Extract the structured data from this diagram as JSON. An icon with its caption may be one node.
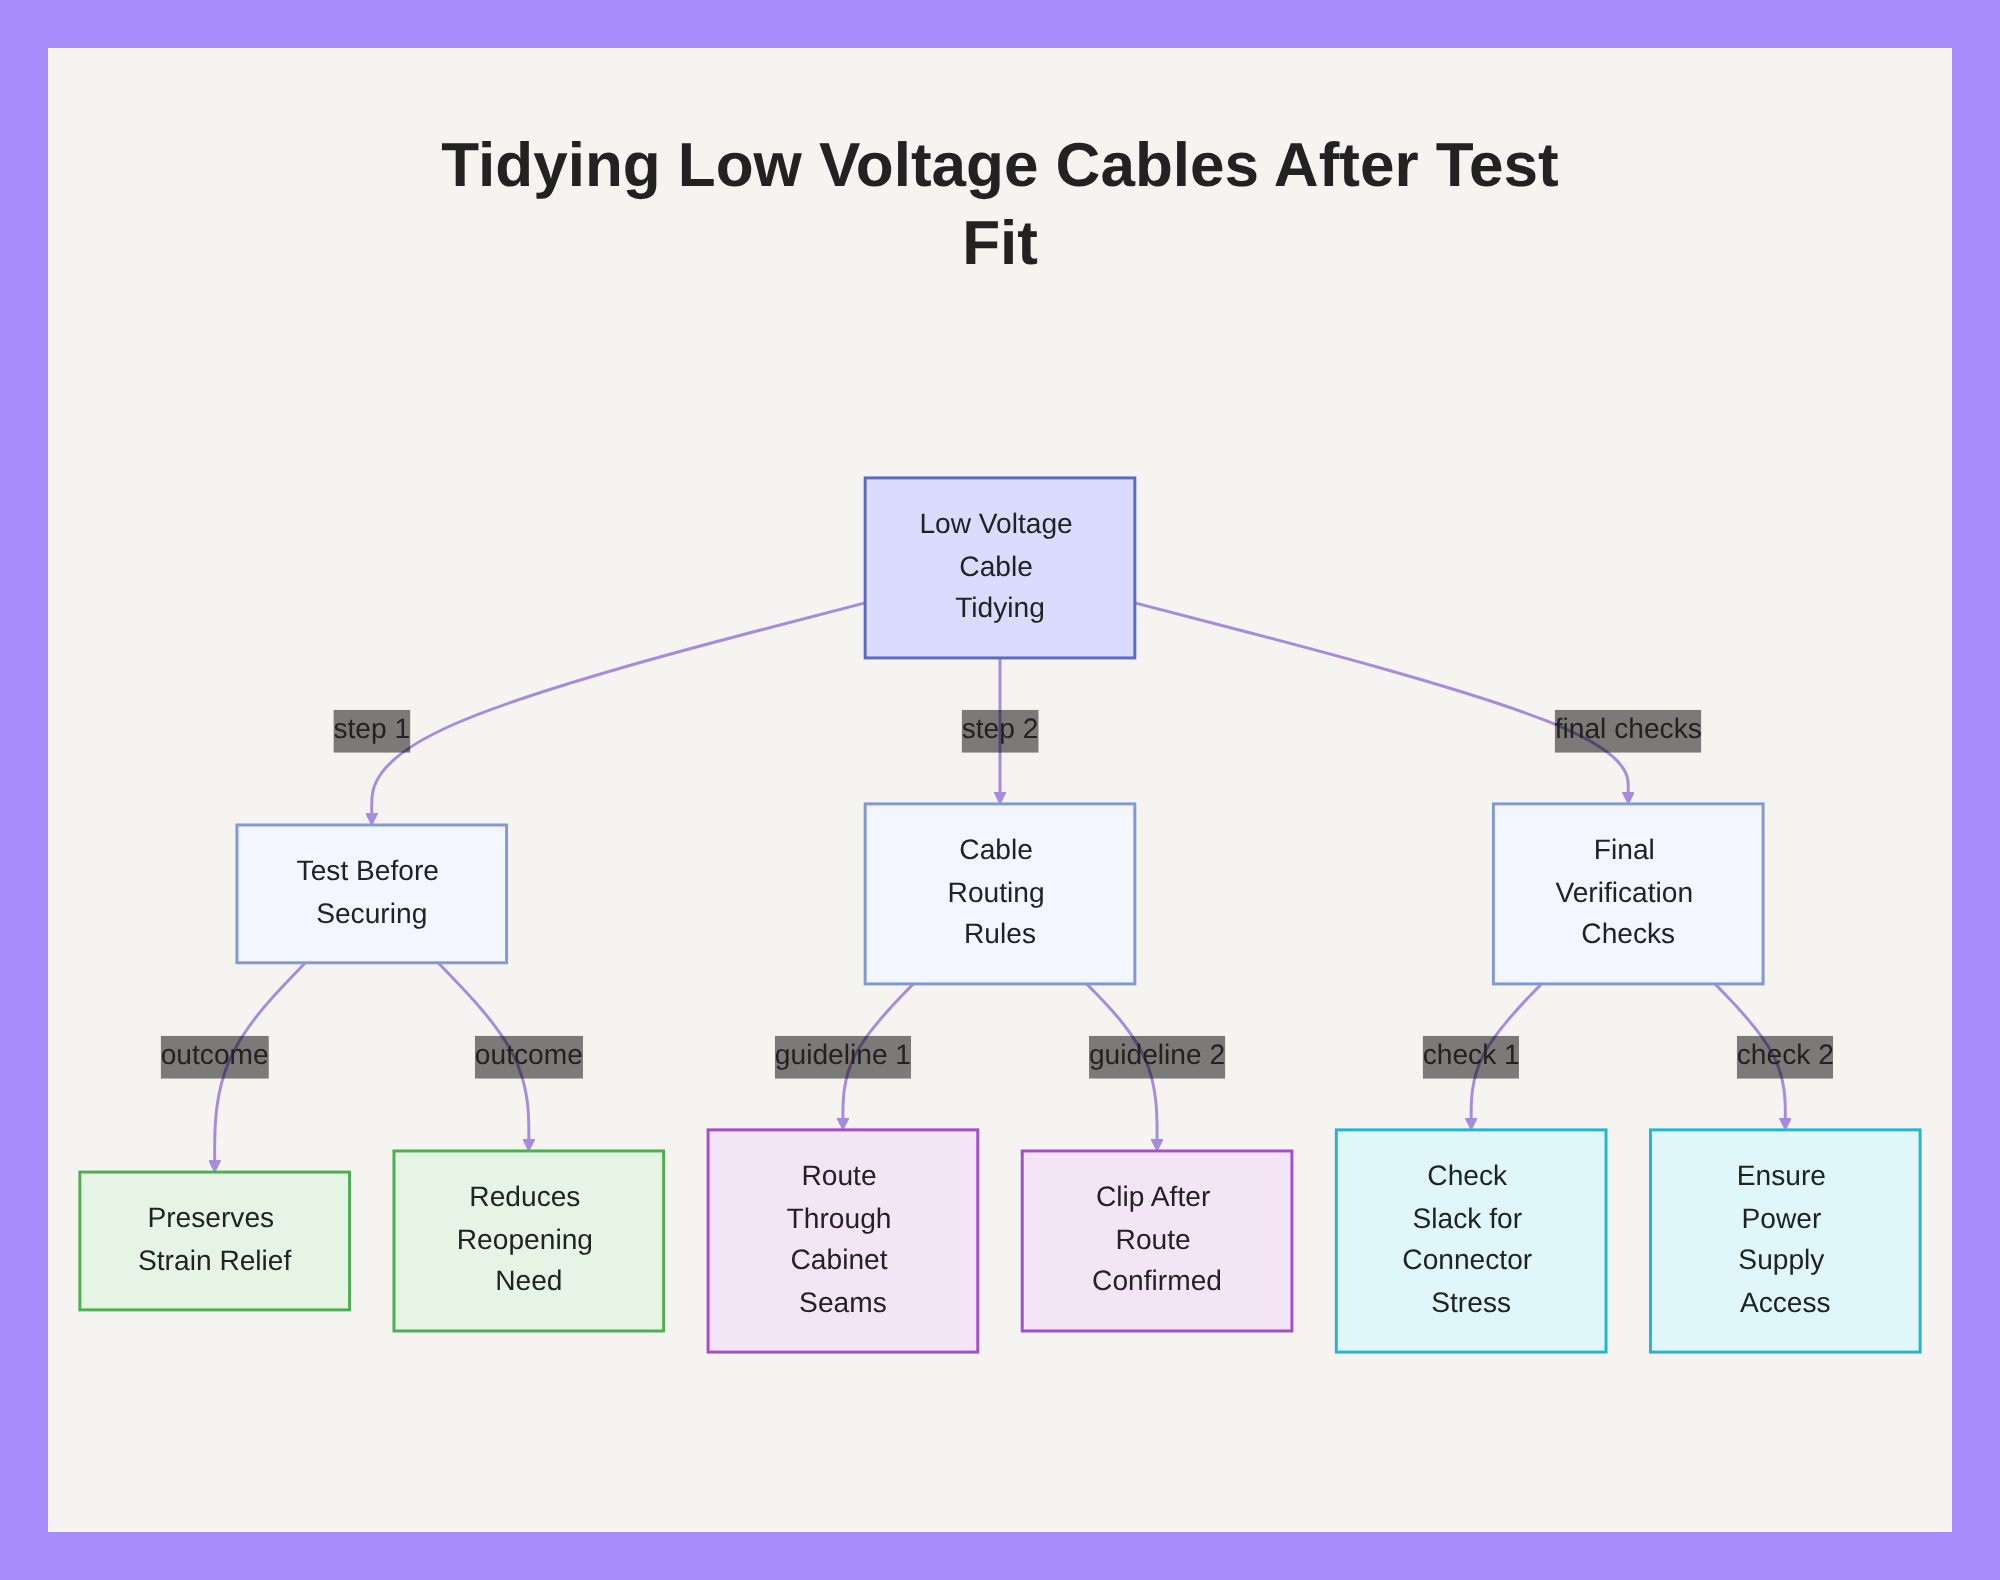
{
  "diagram": {
    "title": "Tidying Low Voltage Cables After Test Fit",
    "nodes": [
      {
        "text": [
          "Low Voltage Cable Tidying"
        ]
      },
      {
        "text": [
          "Test Before Securing"
        ]
      },
      {
        "text": [
          "Cable Routing Rules"
        ]
      },
      {
        "text": [
          "Final Verification Checks"
        ]
      },
      {
        "text": [
          "Preserves Strain Relief"
        ]
      },
      {
        "text": [
          "Reduces Reopening Need"
        ]
      },
      {
        "text": [
          "Route Through Cabinet Seams"
        ]
      },
      {
        "text": [
          "Clip After Route Confirmed"
        ]
      },
      {
        "text": [
          "Check Slack for Connector Stress"
        ]
      },
      {
        "text": [
          "Ensure Power Supply Access"
        ]
      }
    ],
    "edges": [
      {
        "from": 0,
        "to": 1,
        "arrow": "to",
        "label": "step 1"
      },
      {
        "from": 0,
        "to": 2,
        "arrow": "to",
        "label": "step 2"
      },
      {
        "from": 0,
        "to": 3,
        "arrow": "to",
        "label": "final checks"
      },
      {
        "from": 1,
        "to": 4,
        "arrow": "to",
        "label": "outcome"
      },
      {
        "from": 1,
        "to": 5,
        "arrow": "to",
        "label": "outcome"
      },
      {
        "from": 2,
        "to": 6,
        "arrow": "to",
        "label": "guideline 1"
      },
      {
        "from": 2,
        "to": 7,
        "arrow": "to",
        "label": "guideline 2"
      },
      {
        "from": 3,
        "to": 8,
        "arrow": "to",
        "label": "check 1"
      },
      {
        "from": 3,
        "to": 9,
        "arrow": "to",
        "label": "check 2"
      }
    ]
  }
}
